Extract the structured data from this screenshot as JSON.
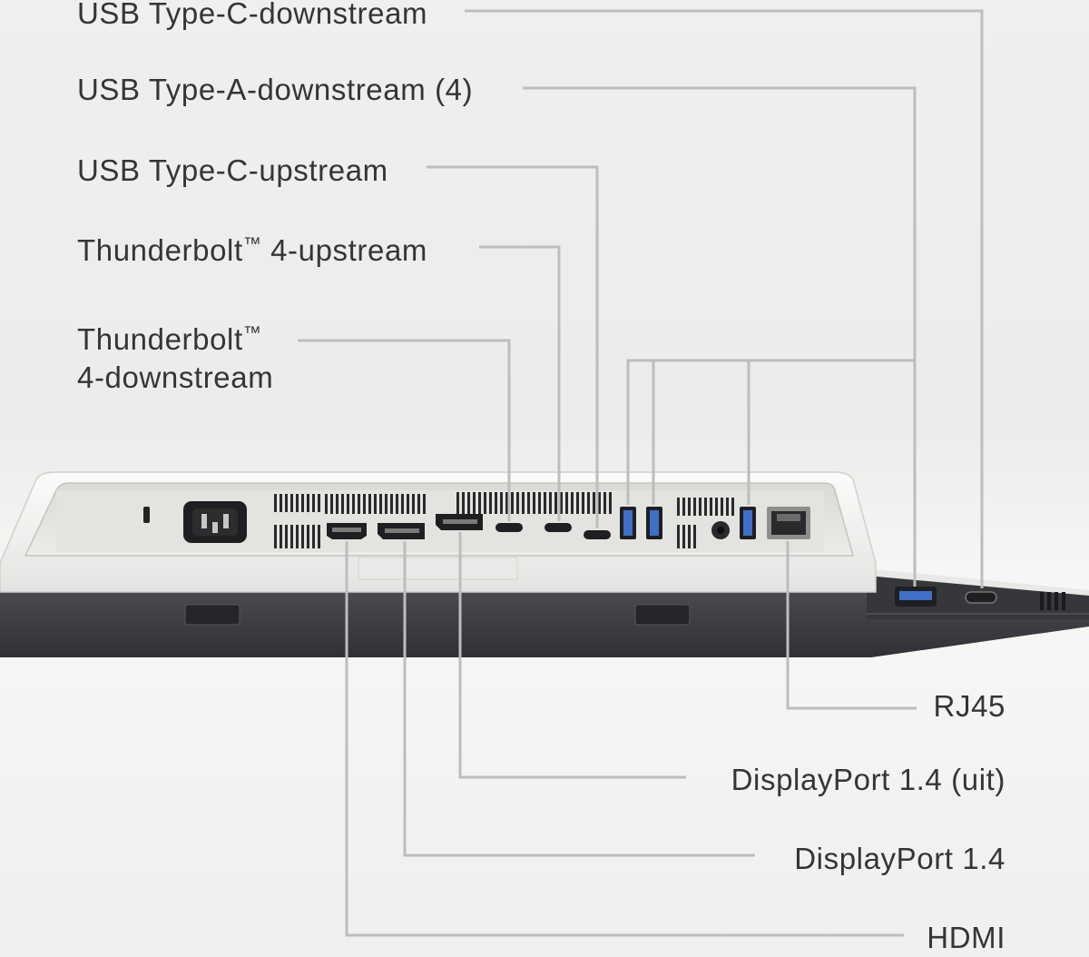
{
  "labels_left": [
    {
      "id": "usb-c-downstream",
      "text": "USB Type-C-downstream"
    },
    {
      "id": "usb-a-downstream",
      "text": "USB Type-A-downstream (4)"
    },
    {
      "id": "usb-c-upstream",
      "text": "USB Type-C-upstream"
    },
    {
      "id": "tb4-upstream",
      "text_a": "Thunderbolt",
      "tm": "™",
      "text_b": " 4-upstream"
    },
    {
      "id": "tb4-downstream",
      "text_a": "Thunderbolt",
      "tm": "™",
      "text_b": "4-downstream"
    }
  ],
  "labels_right": [
    {
      "id": "rj45",
      "text": "RJ45"
    },
    {
      "id": "dp-out",
      "text": "DisplayPort 1.4 (uit)"
    },
    {
      "id": "dp-in",
      "text": "DisplayPort 1.4"
    },
    {
      "id": "hdmi",
      "text": "HDMI"
    }
  ],
  "colors": {
    "background": "#efefee",
    "leader_line": "#bdbdbd",
    "label_text": "#353535",
    "monitor_shell": "#f4f4f2",
    "monitor_base": "#3b3d42",
    "port_black": "#1f1f21",
    "usb_blue": "#3f6fc9"
  },
  "icons": [
    "power-socket-icon",
    "lock-slot-icon",
    "hdmi-port-icon",
    "displayport-icon",
    "usb-c-port-icon",
    "usb-a-port-icon",
    "audio-jack-icon",
    "rj45-port-icon",
    "vent-grille-icon"
  ]
}
